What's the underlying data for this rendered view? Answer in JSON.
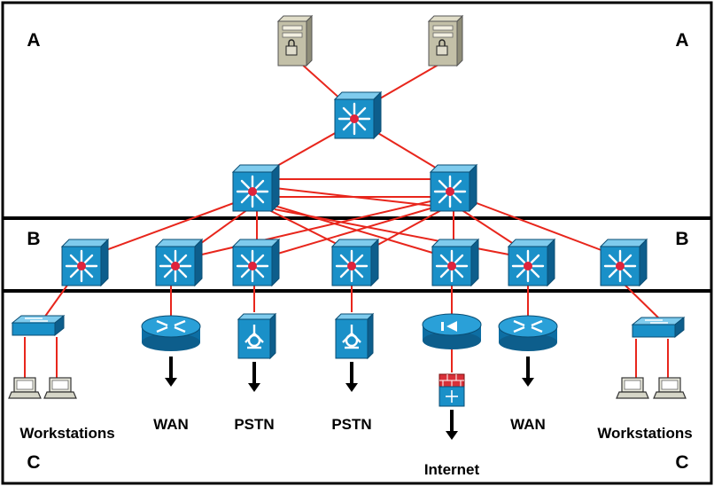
{
  "zones": {
    "top_left": "A",
    "top_right": "A",
    "mid_left": "B",
    "mid_right": "B",
    "bottom_left": "C",
    "bottom_right": "C"
  },
  "captions": {
    "workstations_left": "Workstations",
    "wan_left": "WAN",
    "pstn_1": "PSTN",
    "pstn_2": "PSTN",
    "internet": "Internet",
    "wan_right": "WAN",
    "workstations_right": "Workstations"
  },
  "colors": {
    "link": "#e8261c",
    "device_face": "#1a90c8",
    "device_top": "#7fcbed",
    "device_side": "#0d5e8c",
    "star": "#ffffff",
    "star_center": "#e0233c",
    "frame": "#000000",
    "server": "#c3c0a8",
    "firewall": "#d83038"
  },
  "icons": {
    "server": "secure-server-icon",
    "l3switch": "multilayer-switch-icon",
    "workgroup_switch": "workgroup-switch-icon",
    "router": "router-icon",
    "voice_gateway": "voice-gateway-icon",
    "content_switch": "content-switch-icon",
    "firewall": "firewall-icon",
    "laptop": "laptop-icon",
    "arrow": "down-arrow-icon"
  }
}
